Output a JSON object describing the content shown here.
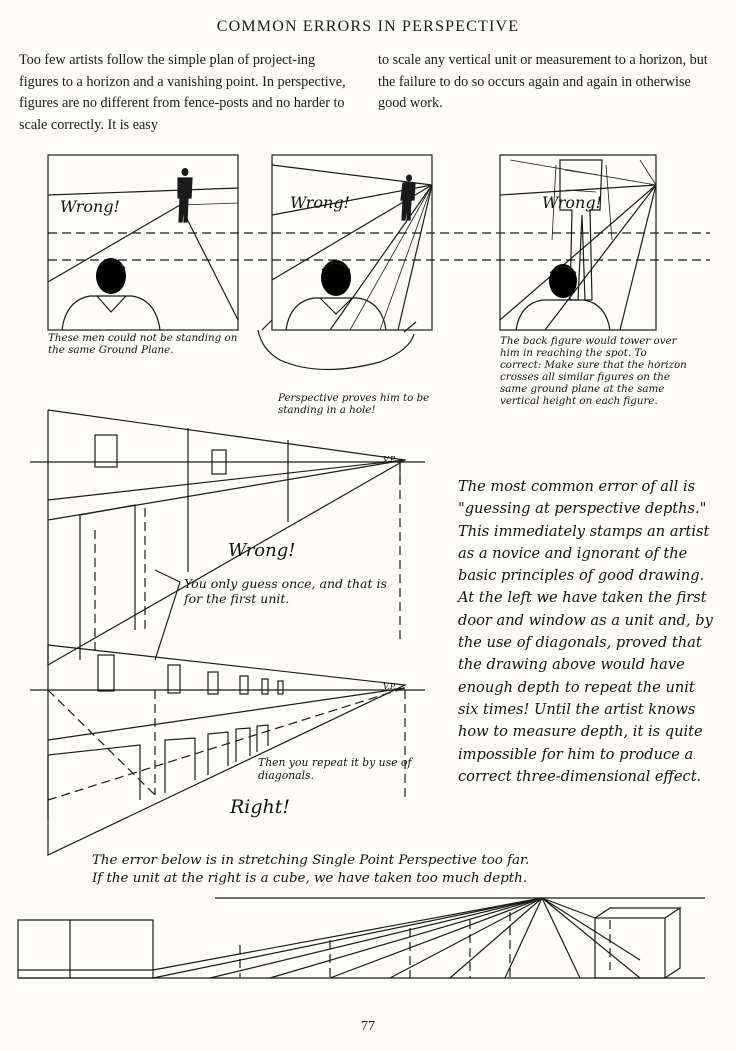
{
  "page": {
    "title": "COMMON ERRORS IN PERSPECTIVE",
    "intro_left": "Too few artists follow the simple plan of project-ing figures to a horizon and a vanishing point. In perspective, figures are no different from fence-posts and no harder to scale correctly. It is easy",
    "intro_right": "to scale any vertical unit or measurement to a horizon, but the failure to do so occurs again and again in otherwise good work.",
    "page_number": "77"
  },
  "panels": [
    {
      "label": "Wrong!",
      "caption": "These men could not be standing on the same Ground Plane."
    },
    {
      "label": "Wrong!",
      "caption": "Perspective proves him to be standing in a hole!"
    },
    {
      "label": "Wrong!",
      "caption": "The back figure would tower over him in reaching the spot. To correct: Make sure that the horizon crosses all similar figures on the same ground plane at the same vertical height on each figure."
    }
  ],
  "depth_diagram": {
    "vp_label_top": "V.P.",
    "vp_label_bottom": "V.P.",
    "wrong_label": "Wrong!",
    "guess_note": "You only guess once, and that is for the first unit.",
    "repeat_note": "Then you repeat it by use of diagonals.",
    "right_label": "Right!"
  },
  "main_text": "The most common error of all is \"guessing at perspective depths.\" This immediately stamps an artist as a novice and ignorant of the basic principles of good drawing. At the left we have taken the first door and window as a unit and, by the use of diagonals, proved that the drawing above would have enough depth to repeat the unit six times! Until the artist knows how to measure depth, it is quite impossible for him to produce a correct three-dimensional effect.",
  "bottom_note": {
    "line1": "The error below is in stretching Single Point Perspective too far.",
    "line2": "If the unit at the right is a cube, we have taken too much depth."
  }
}
